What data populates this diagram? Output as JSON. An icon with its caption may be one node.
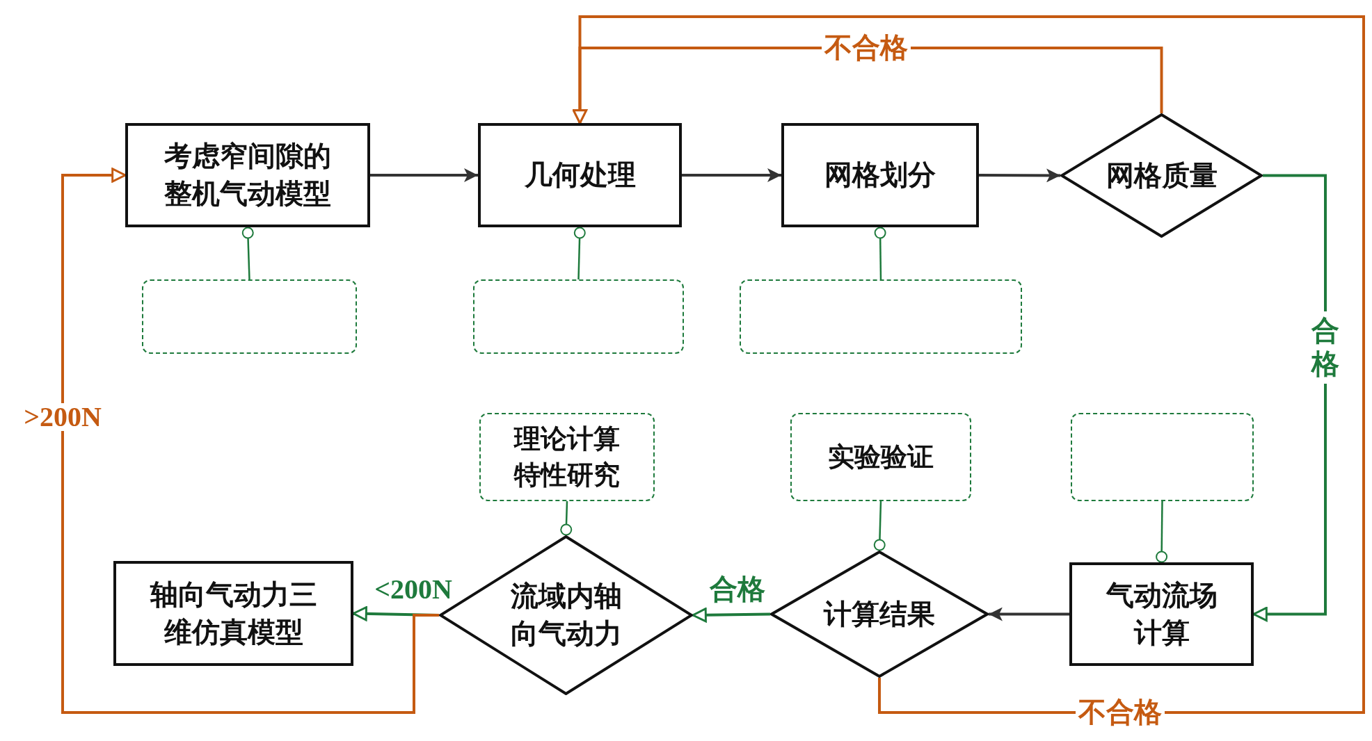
{
  "diagram": {
    "nodes": [
      {
        "text": [
          "考虑窄间隙的整机气动模型"
        ]
      },
      {
        "text": [
          "几何处理"
        ]
      },
      {
        "text": [
          "网格划分"
        ]
      },
      {
        "text": [
          "网格质量"
        ]
      },
      {
        "text": [],
        "shape": "box"
      },
      {
        "text": [],
        "shape": "box"
      },
      {
        "text": [],
        "shape": "box"
      },
      {
        "text": [
          "理论计算特性研究"
        ]
      },
      {
        "text": [
          "实验验证"
        ]
      },
      {
        "text": [],
        "shape": "box"
      },
      {
        "text": [
          "轴向气动力三维仿真模型"
        ]
      },
      {
        "text": [
          "流域内轴向气动力"
        ]
      },
      {
        "text": [
          "计算结果"
        ]
      },
      {
        "text": [
          "气动流场计算"
        ]
      }
    ],
    "edges": [
      {
        "from": 0,
        "to": 1,
        "arrow": "to",
        "color": "#333333"
      },
      {
        "from": 1,
        "to": 2,
        "arrow": "to",
        "color": "#333333"
      },
      {
        "from": 2,
        "to": 3,
        "arrow": "to",
        "color": "#333333"
      },
      {
        "from": 3,
        "to": 1,
        "arrow": "to",
        "label": "不合格",
        "color": "#c55a11"
      },
      {
        "from": 3,
        "to": 13,
        "arrow": "to",
        "label": "合格",
        "color": "#1e7a3c"
      },
      {
        "from": 13,
        "to": 12,
        "arrow": "to",
        "color": "#333333"
      },
      {
        "from": 12,
        "to": 11,
        "arrow": "to",
        "label": "合格",
        "color": "#1e7a3c"
      },
      {
        "from": 11,
        "to": 10,
        "arrow": "to",
        "label": "<200N",
        "color": "#1e7a3c"
      },
      {
        "from": 11,
        "to": 0,
        "arrow": "to",
        "label": ">200N",
        "color": "#c55a11"
      },
      {
        "from": 12,
        "to": 1,
        "arrow": "to",
        "label": "不合格",
        "color": "#c55a11"
      },
      {
        "from": 4,
        "to": 0,
        "arrow": "other",
        "color": "#1e7a3c"
      },
      {
        "from": 5,
        "to": 1,
        "arrow": "other",
        "color": "#1e7a3c"
      },
      {
        "from": 6,
        "to": 2,
        "arrow": "other",
        "color": "#1e7a3c"
      },
      {
        "from": 7,
        "to": 11,
        "arrow": "other",
        "color": "#1e7a3c"
      },
      {
        "from": 8,
        "to": 12,
        "arrow": "other",
        "color": "#1e7a3c"
      },
      {
        "from": 9,
        "to": 13,
        "arrow": "other",
        "color": "#1e7a3c"
      }
    ]
  }
}
